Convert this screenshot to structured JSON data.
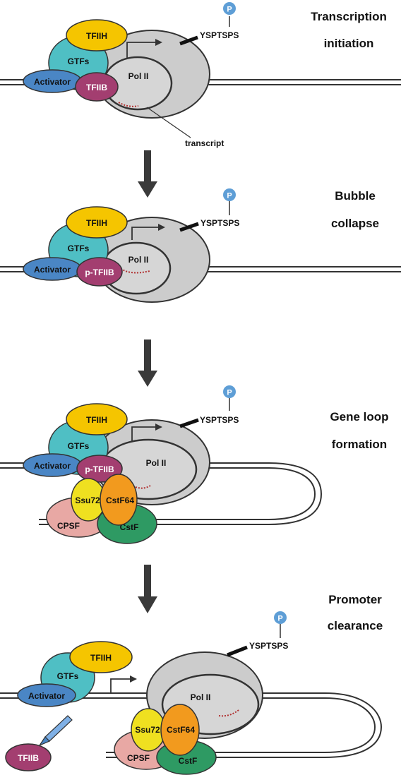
{
  "colors": {
    "tfiih": "#F5C500",
    "gtfs": "#4FBFC4",
    "activator": "#4A86C5",
    "tfiib": "#A33E70",
    "pol_outer": "#CCCCCC",
    "pol_inner": "#D6D6D6",
    "ssu72": "#EFE020",
    "cstf64": "#F29A1E",
    "cpsf": "#E8A8A4",
    "cstf": "#2E9A63",
    "phospho": "#5E9ED6",
    "transcript": "#B03030",
    "arrow": "#3A3A3A"
  },
  "stages": [
    {
      "title1": "Transcription",
      "title2": "initiation"
    },
    {
      "title1": "Bubble",
      "title2": "collapse"
    },
    {
      "title1": "Gene loop",
      "title2": "formation"
    },
    {
      "title1": "Promoter",
      "title2": "clearance"
    }
  ],
  "labels": {
    "tfiih": "TFIIH",
    "gtfs": "GTFs",
    "activator": "Activator",
    "tfiib": "TFIIB",
    "p_tfiib": "p-TFIIB",
    "pol": "Pol II",
    "ctd": "YSPTSPS",
    "phospho": "P",
    "transcript": "transcript",
    "ssu72": "Ssu72",
    "cstf64": "CstF64",
    "cpsf": "CPSF",
    "cstf": "CstF"
  }
}
